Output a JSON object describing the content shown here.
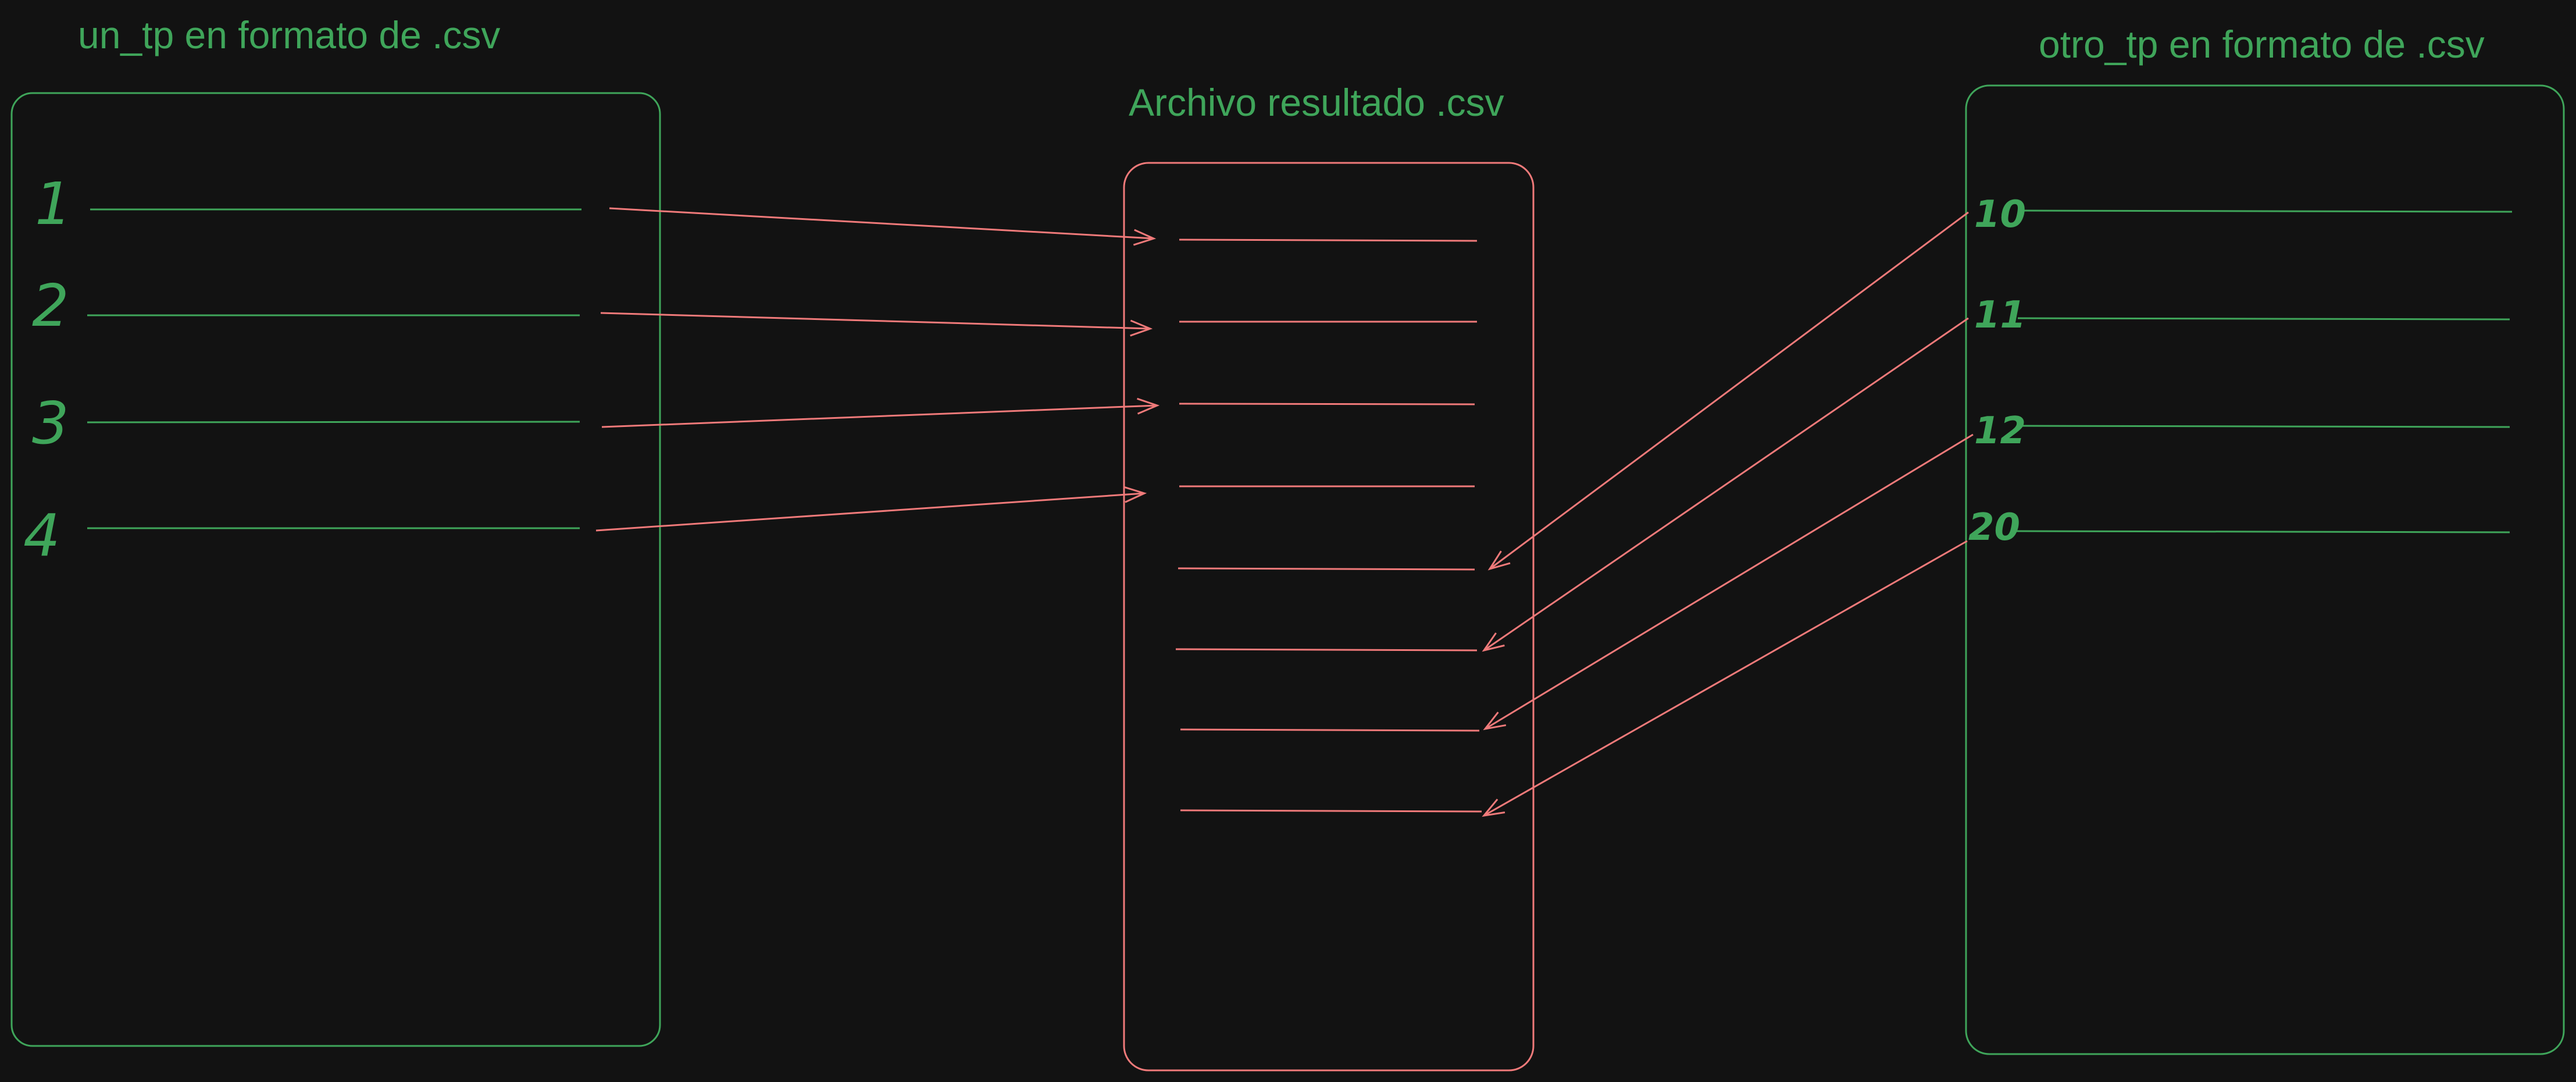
{
  "colors": {
    "background": "#121212",
    "green": "#3fa55a",
    "red": "#f07a7a"
  },
  "left_box": {
    "title": "un_tp en formato de .csv",
    "rows": [
      {
        "label": "1"
      },
      {
        "label": "2"
      },
      {
        "label": "3"
      },
      {
        "label": "4"
      }
    ]
  },
  "center_box": {
    "title": "Archivo resultado .csv"
  },
  "right_box": {
    "title": "otro_tp en formato de .csv",
    "rows": [
      {
        "label": "10"
      },
      {
        "label": "11"
      },
      {
        "label": "12"
      },
      {
        "label": "20"
      }
    ]
  }
}
